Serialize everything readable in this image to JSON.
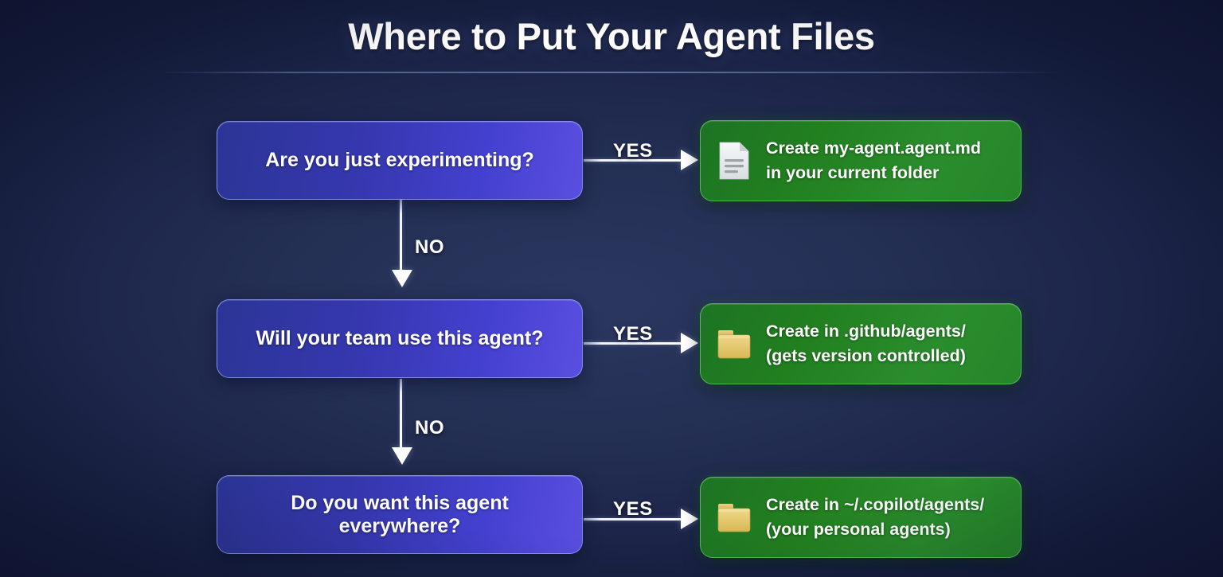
{
  "header": {
    "title": "Where to Put Your Agent Files"
  },
  "theme": {
    "background_dark": "#101736",
    "background_center": "#2b3760",
    "decision_box_start": "#2c3596",
    "decision_box_end": "#5a4ee0",
    "outcome_box_start": "#1d7324",
    "outcome_box_end": "#2a8d2c",
    "connector_color": "#ffffff",
    "folder_icon_color": "#e8c96a",
    "document_icon_color": "#eceff1"
  },
  "flow": {
    "rows": [
      {
        "decision": "Are you just experimenting?",
        "yes_label": "YES",
        "no_label": "NO",
        "outcome_icon": "document-icon",
        "outcome_line1": "Create my-agent.agent.md",
        "outcome_line2": "in your current folder"
      },
      {
        "decision": "Will your team use this agent?",
        "yes_label": "YES",
        "no_label": "NO",
        "outcome_icon": "folder-icon",
        "outcome_line1": "Create in .github/agents/",
        "outcome_line2": "(gets version controlled)"
      },
      {
        "decision": "Do you want this agent everywhere?",
        "yes_label": "YES",
        "no_label": "",
        "outcome_icon": "folder-icon",
        "outcome_line1": "Create in ~/.copilot/agents/",
        "outcome_line2": "(your personal agents)"
      }
    ]
  }
}
